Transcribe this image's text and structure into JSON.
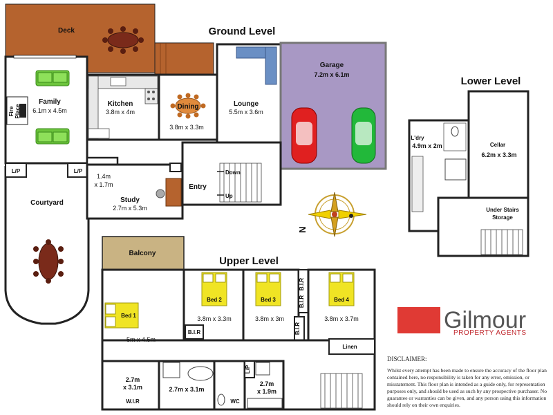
{
  "levels": {
    "ground": "Ground Level",
    "upper": "Upper Level",
    "lower": "Lower Level"
  },
  "rooms": {
    "deck": "Deck",
    "family": "Family",
    "family_dim": "6.1m x 4.5m",
    "fireplace_1": "Fire",
    "fireplace_2": "Place",
    "kitchen": "Kitchen",
    "kitchen_dim": "3.8m x 4m",
    "dining": "Dining",
    "dining_dim": "3.8m x 3.3m",
    "lounge": "Lounge",
    "lounge_dim": "5.5m x 3.6m",
    "garage": "Garage",
    "garage_dim": "7.2m x 6.1m",
    "lp_1": "L/P",
    "lp_2": "L/P",
    "lp_3": "L/P",
    "bath_dim_1": "1.4m",
    "bath_dim_2": "x 1.7m",
    "study": "Study",
    "study_dim": "2.7m x 5.3m",
    "entry": "Entry",
    "down": "Down",
    "up": "Up",
    "courtyard": "Courtyard",
    "balcony": "Balcony",
    "bed1": "Bed 1",
    "bed1_dim": "5m x 4.5m",
    "bed2": "Bed 2",
    "bed2_dim": "3.8m x 3.3m",
    "bed3": "Bed 3",
    "bed3_dim": "3.8m x 3m",
    "bed4": "Bed 4",
    "bed4_dim": "3.8m x 3.7m",
    "bir_1": "B.I.R",
    "bir_2": "B.I.R",
    "bir_3": "B.I.R",
    "bir_4": "B.I.R",
    "linen": "Linen",
    "wir_dim_1": "2.7m",
    "wir_dim_2": "x 3.1m",
    "wir": "W.I.R",
    "ensuite_dim": "2.7m x 3.1m",
    "wc": "WC",
    "bath2_dim_1": "2.7m",
    "bath2_dim_2": "x 1.9m",
    "ldry": "L'dry",
    "ldry_dim": "4.9m x 2m",
    "cellar": "Cellar",
    "cellar_dim": "6.2m x 3.3m",
    "under_stairs_1": "Under Stairs",
    "under_stairs_2": "Storage"
  },
  "compass": {
    "label": "N"
  },
  "brand": {
    "name": "Gilmour",
    "tagline": "PROPERTY AGENTS",
    "accent": "#e03a34"
  },
  "disclaimer": {
    "title": "DISCLAIMER:",
    "lines": [
      "Whilst every attempt has been made to ensure the accuracy of the floor plan",
      "contained here, no responsibility is taken for any error, omission, or",
      "misstatement. This floor plan is intended as a guide only, for representation",
      "purposes only, and should be used as such by any prospective purchaser. No",
      "guarantee or warranties can be given, and any person using this information",
      "should rely on their own enquiries."
    ]
  },
  "colors": {
    "deck": "#b5632e",
    "garage": "#a898c4",
    "balcony": "#c9b383",
    "sofa": "#6cc43c",
    "bed": "#f0e424",
    "wall": "#222222"
  }
}
